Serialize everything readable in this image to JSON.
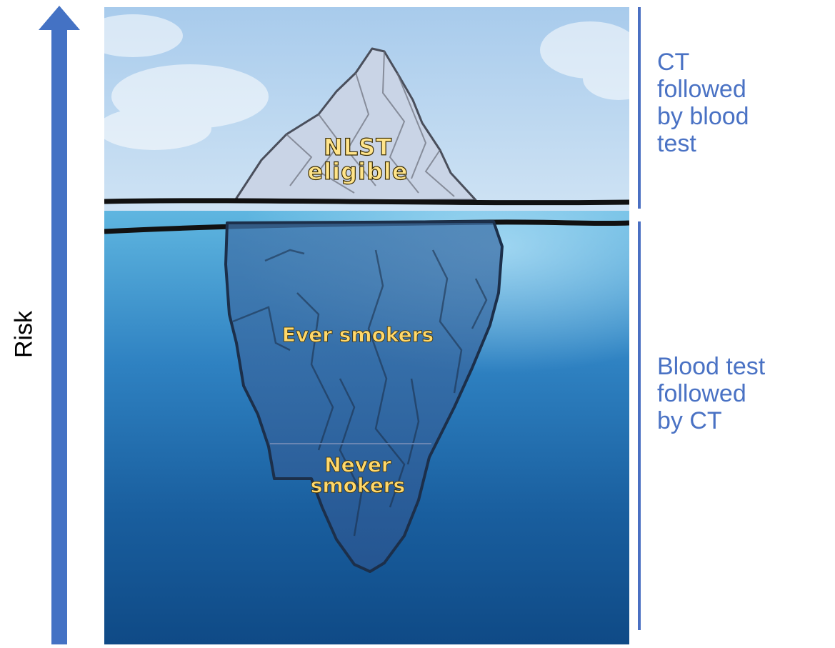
{
  "axis": {
    "label": "Risk",
    "arrow_color": "#4472c4"
  },
  "iceberg": {
    "tip_label": "NLST\neligible",
    "middle_label": "Ever smokers",
    "bottom_label": "Never\nsmokers",
    "label_color": "#ffe48a"
  },
  "strategies": {
    "above_water": "CT\nfollowed\nby blood\ntest",
    "below_water": "Blood test\nfollowed\nby CT",
    "text_color": "#4a72c4"
  }
}
